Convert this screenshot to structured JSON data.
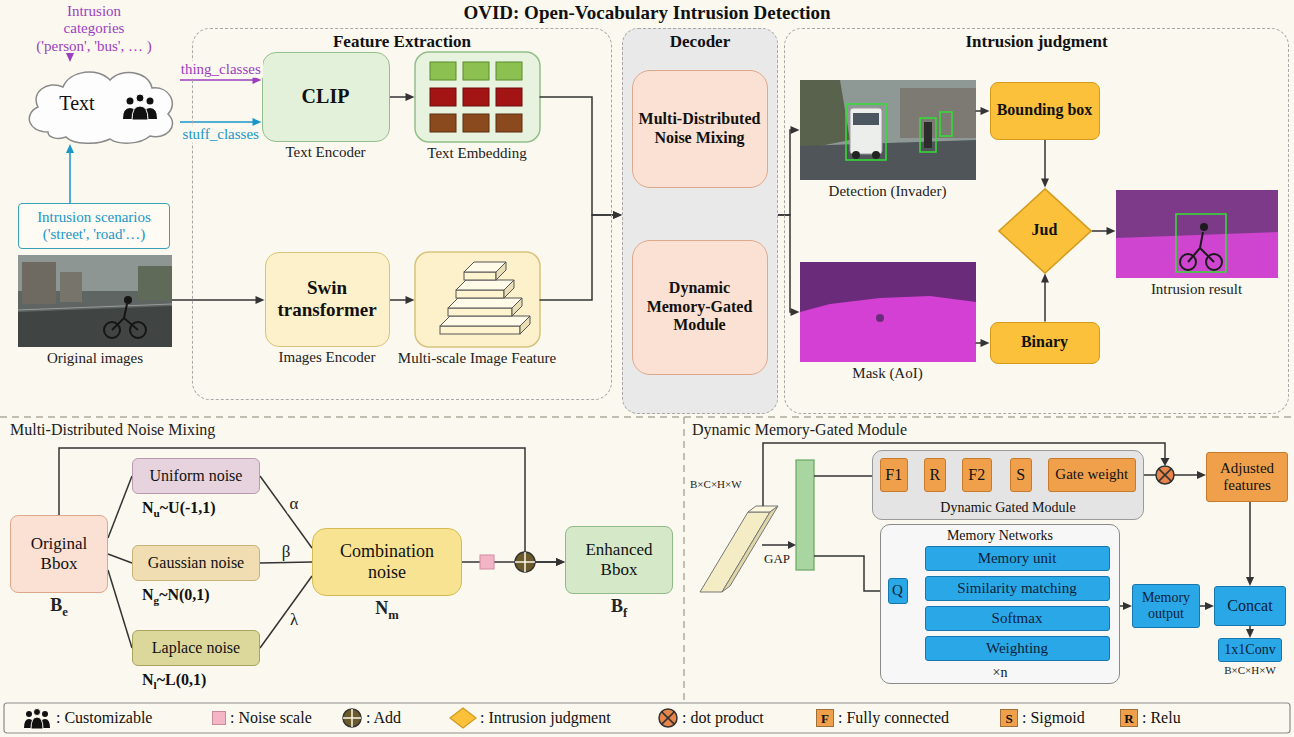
{
  "diagram": {
    "title": "OVID: Open-Vocabulary Intrusion Detection",
    "nodes": [
      {
        "text": [
          "Intrusion categories ('person', 'bus', … )"
        ]
      },
      {
        "text": [
          "Text"
        ]
      },
      {
        "text": [
          "Intrusion scenarios ('street', 'road'…)"
        ]
      },
      {
        "text": [
          "Original images"
        ]
      },
      {
        "text": [
          "Feature Extraction"
        ]
      },
      {
        "text": [
          "CLIP",
          "Text Encoder"
        ],
        "in": 4
      },
      {
        "text": [
          "Text Embedding"
        ],
        "in": 4
      },
      {
        "text": [
          "Swin transformer",
          "Images Encoder"
        ],
        "in": 4
      },
      {
        "text": [
          "Multi-scale Image Feature"
        ],
        "in": 4
      },
      {
        "text": [
          "Decoder"
        ]
      },
      {
        "text": [
          "Multi-Distributed Noise Mixing"
        ],
        "in": 9
      },
      {
        "text": [
          "Dynamic Memory-Gated Module"
        ],
        "in": 9
      },
      {
        "text": [
          "Intrusion judgment"
        ]
      },
      {
        "text": [
          "Detection (Invader)"
        ],
        "in": 12
      },
      {
        "text": [
          "Bounding box"
        ],
        "in": 12
      },
      {
        "text": [
          "Jud"
        ],
        "in": 12
      },
      {
        "text": [
          "Intrusion result"
        ],
        "in": 12
      },
      {
        "text": [
          "Mask (AoI)"
        ],
        "in": 12
      },
      {
        "text": [
          "Binary"
        ],
        "in": 12
      },
      {
        "text": [
          "Original Bbox",
          "B",
          "e"
        ]
      },
      {
        "text": [
          "Uniform noise"
        ]
      },
      {
        "text": [
          "Gaussian noise"
        ]
      },
      {
        "text": [
          "Laplace noise"
        ]
      },
      {
        "text": [
          "Combination noise",
          "N",
          "m"
        ]
      },
      {
        "text": [
          "Enhanced Bbox",
          "B",
          "f"
        ]
      },
      {
        "text": [
          "Dynamic Gated Module"
        ]
      },
      {
        "text": [
          "F1"
        ],
        "in": 25
      },
      {
        "text": [
          "R"
        ],
        "in": 25
      },
      {
        "text": [
          "F2"
        ],
        "in": 25
      },
      {
        "text": [
          "S"
        ],
        "in": 25
      },
      {
        "text": [
          "Gate weight"
        ],
        "in": 25
      },
      {
        "text": [
          "Adjusted features"
        ]
      },
      {
        "text": [
          "Memory Networks",
          "×n"
        ]
      },
      {
        "text": [
          "Q"
        ],
        "in": 32
      },
      {
        "text": [
          "Memory unit"
        ],
        "in": 32
      },
      {
        "text": [
          "Similarity matching"
        ],
        "in": 32
      },
      {
        "text": [
          "Softmax"
        ],
        "in": 32
      },
      {
        "text": [
          "Weighting"
        ],
        "in": 32
      },
      {
        "text": [
          "Memory output"
        ]
      },
      {
        "text": [
          "Concat"
        ]
      },
      {
        "text": [
          "1x1Conv",
          "B×C×H×W"
        ]
      }
    ],
    "edges": [
      {
        "from": 0,
        "to": 1,
        "arrow": "to"
      },
      {
        "from": 2,
        "to": 1,
        "arrow": "to"
      },
      {
        "from": 1,
        "to": 5,
        "arrow": "to",
        "label": "thing_classes"
      },
      {
        "from": 1,
        "to": 5,
        "arrow": "to",
        "label": "stuff_classes"
      },
      {
        "from": 5,
        "to": 6,
        "arrow": "to"
      },
      {
        "from": 3,
        "to": 7,
        "arrow": "to"
      },
      {
        "from": 7,
        "to": 8,
        "arrow": "to"
      },
      {
        "from": 6,
        "to": 9,
        "arrow": "to"
      },
      {
        "from": 8,
        "to": 9,
        "arrow": "to"
      },
      {
        "from": 9,
        "to": 13,
        "arrow": "to"
      },
      {
        "from": 9,
        "to": 17,
        "arrow": "to"
      },
      {
        "from": 13,
        "to": 14,
        "arrow": "to"
      },
      {
        "from": 14,
        "to": 15,
        "arrow": "to"
      },
      {
        "from": 17,
        "to": 18,
        "arrow": "to"
      },
      {
        "from": 18,
        "to": 15,
        "arrow": "to"
      },
      {
        "from": 15,
        "to": 16,
        "arrow": "to"
      },
      {
        "from": 19,
        "to": 20,
        "arrow": "none"
      },
      {
        "from": 19,
        "to": 21,
        "arrow": "none"
      },
      {
        "from": 19,
        "to": 22,
        "arrow": "none"
      },
      {
        "from": 20,
        "to": 23,
        "arrow": "none",
        "label": "α"
      },
      {
        "from": 21,
        "to": 23,
        "arrow": "none",
        "label": "β"
      },
      {
        "from": 22,
        "to": 23,
        "arrow": "none",
        "label": "λ"
      },
      {
        "from": 23,
        "to": 24,
        "arrow": "to"
      },
      {
        "from": 19,
        "to": 24,
        "arrow": "to"
      },
      {
        "from": 26,
        "to": 27,
        "arrow": "to"
      },
      {
        "from": 27,
        "to": 28,
        "arrow": "to"
      },
      {
        "from": 28,
        "to": 29,
        "arrow": "to"
      },
      {
        "from": 29,
        "to": 30,
        "arrow": "to"
      },
      {
        "from": 30,
        "to": 31,
        "arrow": "to"
      },
      {
        "from": 31,
        "to": 39,
        "arrow": "to"
      },
      {
        "from": 33,
        "to": 34,
        "arrow": "to"
      },
      {
        "from": 33,
        "to": 35,
        "arrow": "to"
      },
      {
        "from": 34,
        "to": 35,
        "arrow": "to"
      },
      {
        "from": 35,
        "to": 36,
        "arrow": "to"
      },
      {
        "from": 36,
        "to": 37,
        "arrow": "to"
      },
      {
        "from": 32,
        "to": 38,
        "arrow": "to"
      },
      {
        "from": 38,
        "to": 39,
        "arrow": "to"
      },
      {
        "from": 39,
        "to": 40,
        "arrow": "to"
      }
    ],
    "labels": [
      "Multi-Distributed Noise Mixing",
      "N",
      "u",
      "~U(-1,1)",
      "N",
      "g",
      "~N(0,1)",
      "N",
      "l",
      "~L(0,1)",
      "Dynamic Memory-Gated Module",
      "B×C×H×W",
      "GAP",
      "F",
      "S",
      "R"
    ],
    "legend": [
      {
        "text": ": Customizable"
      },
      {
        "text": ": Noise scale",
        "color": "#f4b6c6"
      },
      {
        "text": ": Add"
      },
      {
        "text": ": Intrusion judgment"
      },
      {
        "text": ": dot product"
      },
      {
        "text": ": Fully connected",
        "color": "#f0a04b"
      },
      {
        "text": ": Sigmoid",
        "color": "#f0a04b"
      },
      {
        "text": ": Relu",
        "color": "#f0a04b"
      }
    ]
  }
}
